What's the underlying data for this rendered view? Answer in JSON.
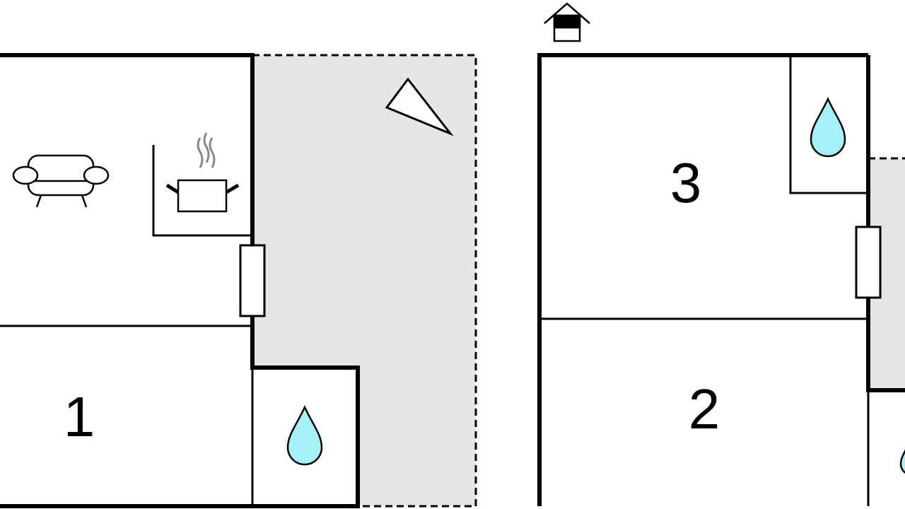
{
  "rooms": {
    "room1_label": "1",
    "room2_label": "2",
    "room3_label": "3"
  },
  "icons": [
    "sofa-icon",
    "cooking-pot-icon",
    "water-drop-icon",
    "north-arrow-icon",
    "house-entrance-icon",
    "window-icon"
  ],
  "colors": {
    "wall": "#000000",
    "terrace": "#e6e6e6",
    "water": "#a6f0f7"
  }
}
